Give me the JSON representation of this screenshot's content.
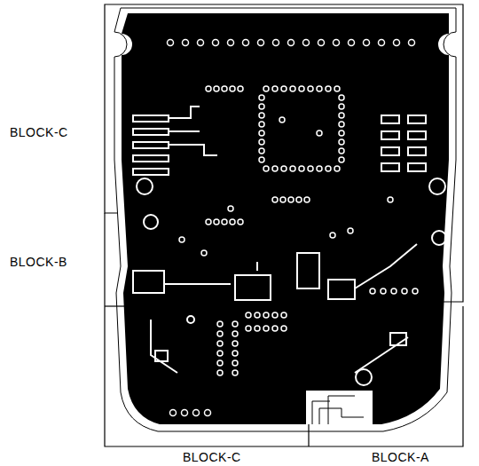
{
  "diagram": {
    "labels": [
      "BLOCK-C",
      "BLOCK-B",
      "BLOCK-C",
      "BLOCK-A"
    ]
  }
}
